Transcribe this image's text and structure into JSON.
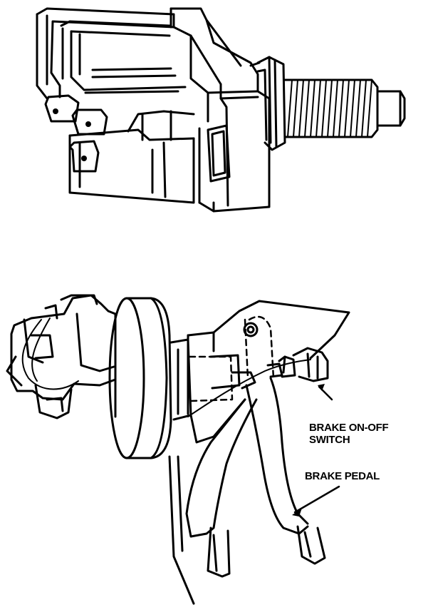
{
  "labels": {
    "brake_switch_line1": "BRAKE ON-OFF",
    "brake_switch_line2": "SWITCH",
    "brake_pedal": "BRAKE PEDAL"
  },
  "colors": {
    "ink": "#000000",
    "paper": "#ffffff"
  }
}
